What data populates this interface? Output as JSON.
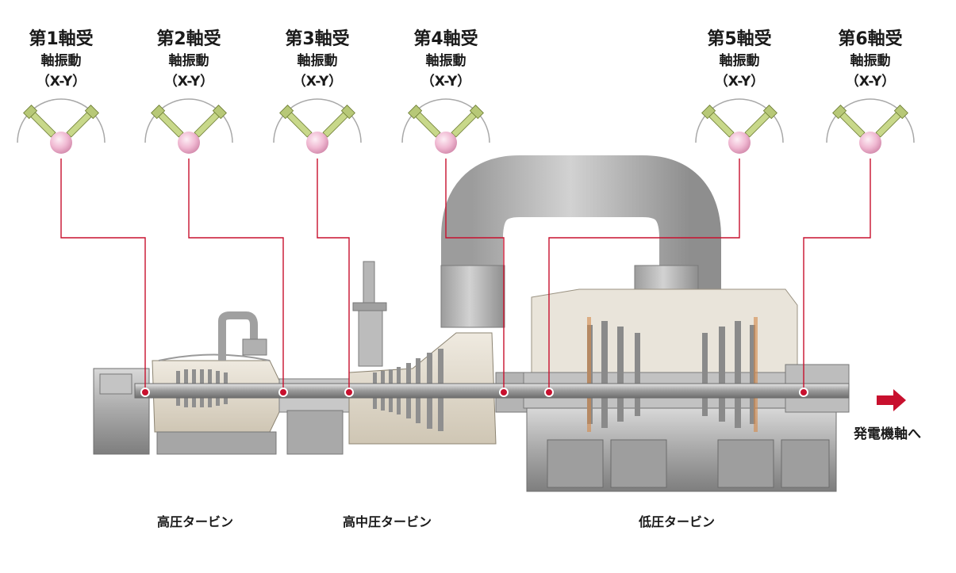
{
  "bearings": [
    {
      "title": "第1軸受",
      "line2": "軸振動",
      "line3": "（X-Y）"
    },
    {
      "title": "第2軸受",
      "line2": "軸振動",
      "line3": "（X-Y）"
    },
    {
      "title": "第3軸受",
      "line2": "軸振動",
      "line3": "（X-Y）"
    },
    {
      "title": "第4軸受",
      "line2": "軸振動",
      "line3": "（X-Y）"
    },
    {
      "title": "第5軸受",
      "line2": "軸振動",
      "line3": "（X-Y）"
    },
    {
      "title": "第6軸受",
      "line2": "軸振動",
      "line3": "（X-Y）"
    }
  ],
  "turbines": {
    "hp": "高圧タービン",
    "imp": "高中圧タービン",
    "lp": "低圧タービン"
  },
  "generator": "発電機軸へ",
  "colors": {
    "leader": "#c8102e",
    "sensor_ball": "#f3c4d8",
    "probe": "#c8d88a",
    "machine": "#b8b8b8",
    "machine_dark": "#8a8a8a",
    "casing_light": "#e4ddd0"
  }
}
